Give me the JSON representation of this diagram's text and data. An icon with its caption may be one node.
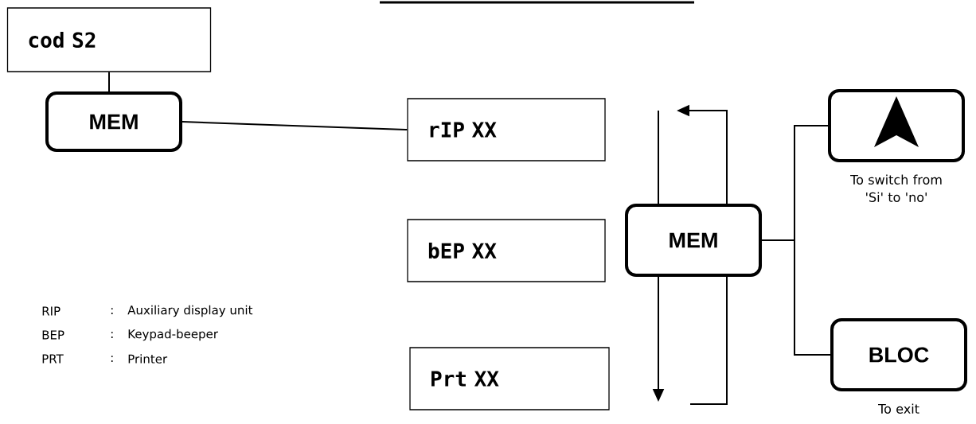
{
  "diagram": {
    "nodes": [
      {
        "text": [
          "cod S2"
        ]
      },
      {
        "text": [
          "MEM"
        ]
      },
      {
        "text": [
          "rIP XX"
        ]
      },
      {
        "text": [
          "bEP XX"
        ]
      },
      {
        "text": [
          "Prt XX"
        ]
      },
      {
        "text": [
          "MEM"
        ]
      },
      {
        "text": [],
        "shape": "box",
        "beside": [
          "To switch from 'Si' to 'no'"
        ]
      },
      {
        "text": [
          "BLOC"
        ],
        "beside": [
          "To exit"
        ]
      }
    ],
    "edges": [
      {
        "from": 0,
        "to": 1,
        "arrow": "none"
      },
      {
        "from": 1,
        "to": 2,
        "arrow": "none"
      },
      {
        "from": 5,
        "to": null,
        "arrow": "none"
      },
      {
        "from": 5,
        "to": null,
        "arrow": "to"
      },
      {
        "from": 5,
        "to": null,
        "arrow": "to"
      },
      {
        "from": 5,
        "to": null,
        "arrow": "none"
      },
      {
        "from": 5,
        "to": 6,
        "arrow": "none"
      },
      {
        "from": 5,
        "to": 7,
        "arrow": "none"
      }
    ],
    "labels": [
      "RIP",
      ":",
      "Auxiliary display unit",
      "BEP",
      ":",
      "Keypad-beeper",
      "PRT",
      ":",
      "Printer"
    ]
  }
}
